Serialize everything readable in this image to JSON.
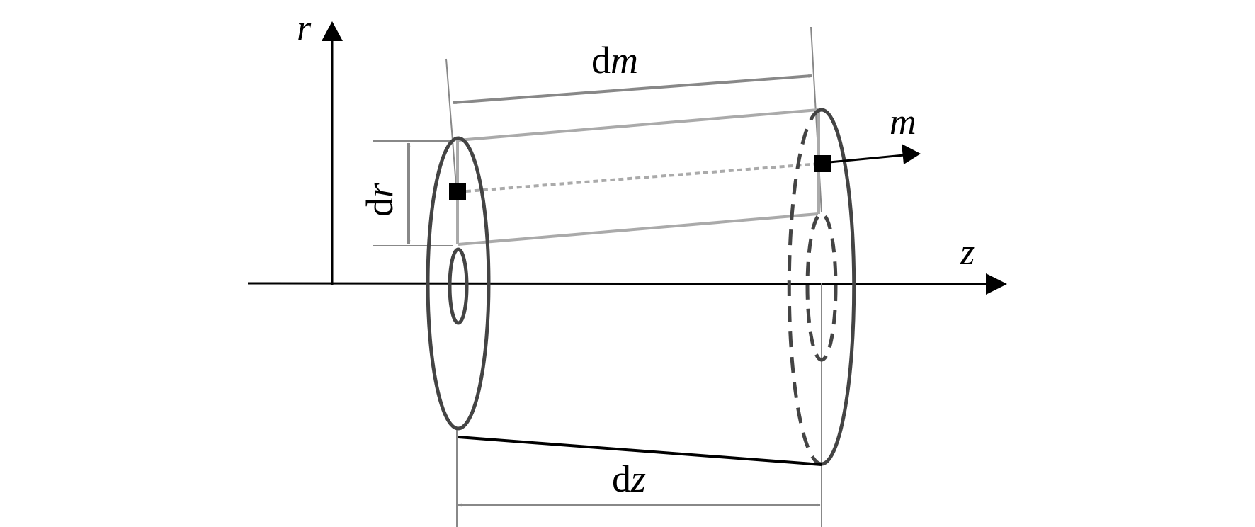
{
  "labels": {
    "axis_r": "r",
    "axis_z": "z",
    "vector_m": "m",
    "dm_prefix": "d",
    "dm_var": "m",
    "dr_prefix": "d",
    "dr_var": "r",
    "dz_prefix": "d",
    "dz_var": "z"
  },
  "colors": {
    "axis": "#000000",
    "cylinder_outline": "#444444",
    "streamline": "#aaaaaa",
    "dimension": "#888888",
    "element": "#000000"
  }
}
